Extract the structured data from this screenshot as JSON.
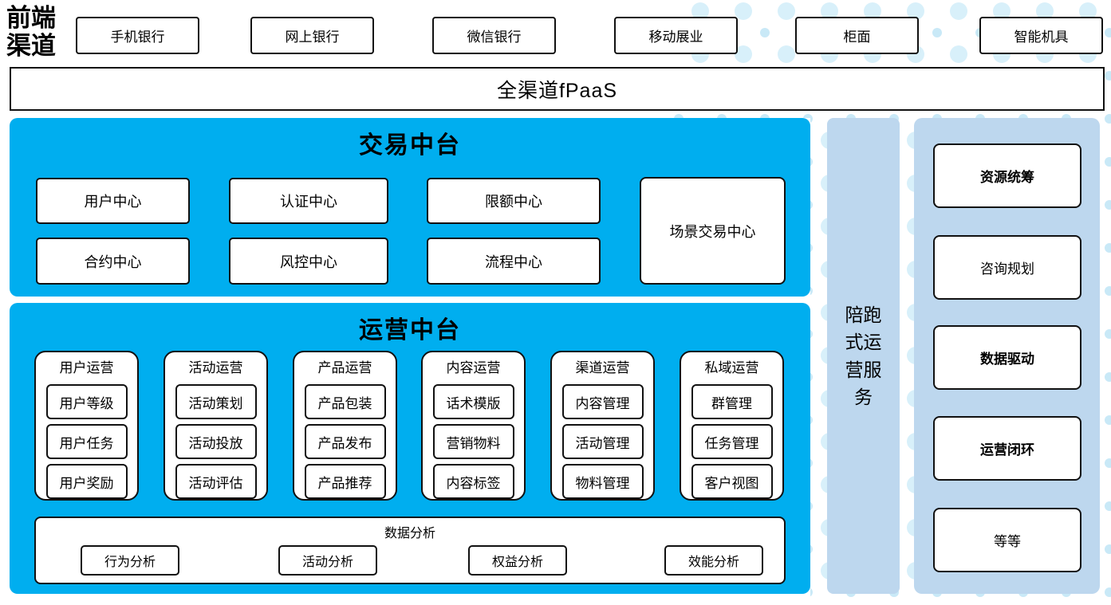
{
  "front_channels": {
    "label": "前端渠道",
    "items": [
      "手机银行",
      "网上银行",
      "微信银行",
      "移动展业",
      "柜面",
      "智能机具"
    ]
  },
  "fpaas_bar": {
    "label": "全渠道fPaaS"
  },
  "transaction_platform": {
    "title": "交易中台",
    "centers": [
      "用户中心",
      "认证中心",
      "限额中心",
      "合约中心",
      "风控中心",
      "流程中心"
    ],
    "scenario_center": "场景交易中心"
  },
  "operations_platform": {
    "title": "运营中台",
    "groups": [
      {
        "title": "用户运营",
        "items": [
          "用户等级",
          "用户任务",
          "用户奖励"
        ]
      },
      {
        "title": "活动运营",
        "items": [
          "活动策划",
          "活动投放",
          "活动评估"
        ]
      },
      {
        "title": "产品运营",
        "items": [
          "产品包装",
          "产品发布",
          "产品推荐"
        ]
      },
      {
        "title": "内容运营",
        "items": [
          "话术模版",
          "营销物料",
          "内容标签"
        ]
      },
      {
        "title": "渠道运营",
        "items": [
          "内容管理",
          "活动管理",
          "物料管理"
        ]
      },
      {
        "title": "私域运营",
        "items": [
          "群管理",
          "任务管理",
          "客户视图"
        ]
      }
    ],
    "data_analysis": {
      "title": "数据分析",
      "items": [
        "行为分析",
        "活动分析",
        "权益分析",
        "效能分析"
      ]
    }
  },
  "side_service": {
    "label": "陪跑式运营服务"
  },
  "right_column": {
    "items": [
      {
        "label": "资源统筹",
        "bold": true
      },
      {
        "label": "咨询规划",
        "bold": false
      },
      {
        "label": "数据驱动",
        "bold": true
      },
      {
        "label": "运营闭环",
        "bold": true
      },
      {
        "label": "等等",
        "bold": false
      }
    ]
  },
  "colors": {
    "accent_blue": "#00AEEF",
    "light_blue_panel": "#BDD7EE",
    "dot_large": "#D8F0FA",
    "dot_small": "#C9E9F7",
    "box_border": "#111111"
  }
}
